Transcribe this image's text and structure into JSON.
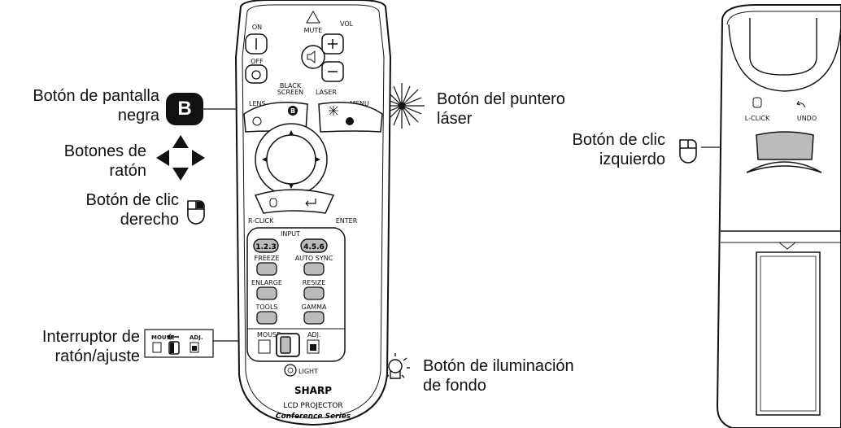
{
  "callouts": {
    "black_screen": [
      "Botón de pantalla",
      "negra"
    ],
    "mouse_buttons": [
      "Botones de",
      "ratón"
    ],
    "right_click": [
      "Botón de clic",
      "derecho"
    ],
    "mouse_adj_switch": [
      "Interruptor de",
      "ratón/ajuste"
    ],
    "laser_pointer": [
      "Botón del puntero",
      "láser"
    ],
    "backlight": [
      "Botón de iluminación",
      "de fondo"
    ],
    "left_click": [
      "Botón de clic",
      "izquierdo"
    ]
  },
  "black_screen_icon_letter": "B",
  "switch_icon_labels": {
    "mouse": "MOUSE",
    "adj": "ADJ."
  },
  "remote": {
    "on": "ON",
    "off": "OFF",
    "mute": "MUTE",
    "vol": "VOL",
    "black_screen": [
      "BLACK",
      "SCREEN"
    ],
    "laser": "LASER",
    "lens": "LENS",
    "menu": "MENU",
    "b_key": "B",
    "r_click": "R-CLICK",
    "enter": "ENTER",
    "input": "INPUT",
    "input_123": "1.2.3",
    "input_456": "4.5.6",
    "freeze": "FREEZE",
    "auto_sync": "AUTO SYNC",
    "enlarge": "ENLARGE",
    "resize": "RESIZE",
    "tools": "TOOLS",
    "gamma": "GAMMA",
    "mouse": "MOUSE",
    "adj": "ADJ.",
    "light": "LIGHT",
    "brand": "SHARP",
    "model": "LCD PROJECTOR",
    "series": "Conference Series"
  },
  "rear": {
    "l_click": "L-CLICK",
    "undo": "UNDO"
  }
}
